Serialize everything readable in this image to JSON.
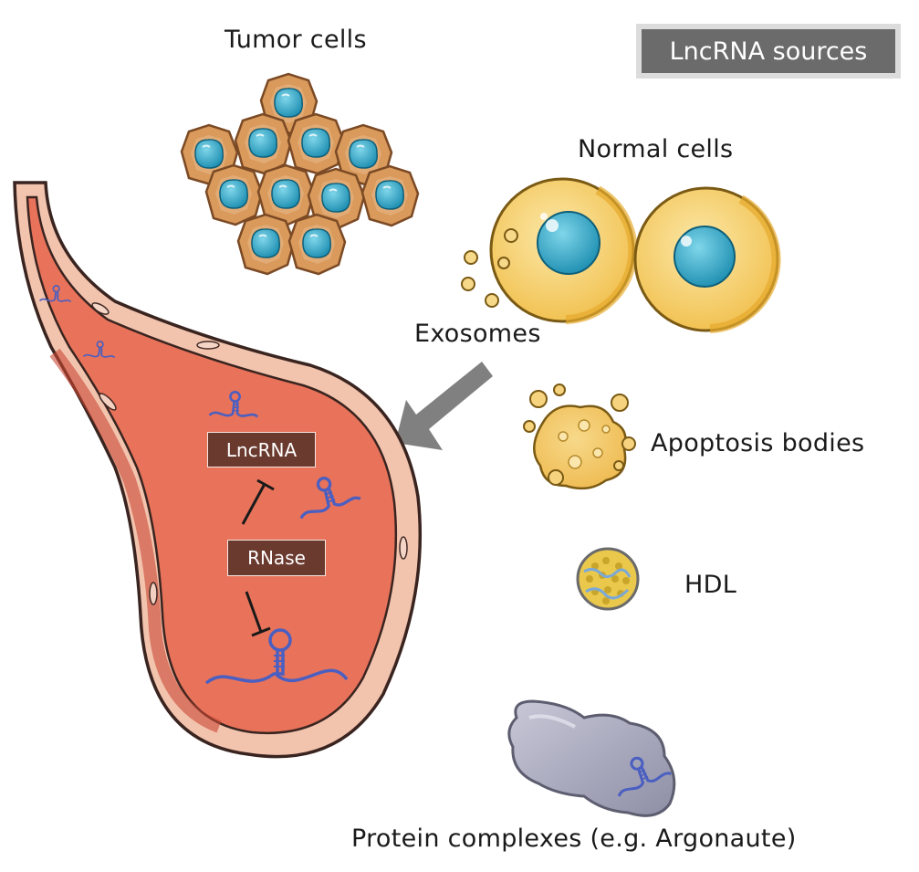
{
  "labels": {
    "tumor_cells": "Tumor cells",
    "lncrna_sources": "LncRNA sources",
    "normal_cells": "Normal cells",
    "exosomes": "Exosomes",
    "apoptosis_bodies": "Apoptosis bodies",
    "hdl": "HDL",
    "protein_complexes": "Protein complexes (e.g. Argonaute)",
    "lncrna": "LncRNA",
    "rnase": "RNase"
  },
  "colors": {
    "tumor_cell": "#d99a5b",
    "tumor_nucleus": "#2aa6c7",
    "normal_cell": "#f4c75a",
    "normal_nucleus": "#1e9bbd",
    "vessel_wall": "#f2c4ae",
    "blood": "#e8735a",
    "rna_strand": "#4a5fc1",
    "label_box": "#6b3a2e",
    "badge": "#6b6b6b",
    "arrow": "#808080",
    "protein": "#a9a9bf"
  },
  "icons": [
    "tumor-cell-icon",
    "normal-cell-icon",
    "exosome-icon",
    "apoptosis-body-icon",
    "hdl-particle-icon",
    "protein-complex-icon",
    "rna-hairpin-icon",
    "blood-vessel-icon",
    "arrow-icon"
  ]
}
